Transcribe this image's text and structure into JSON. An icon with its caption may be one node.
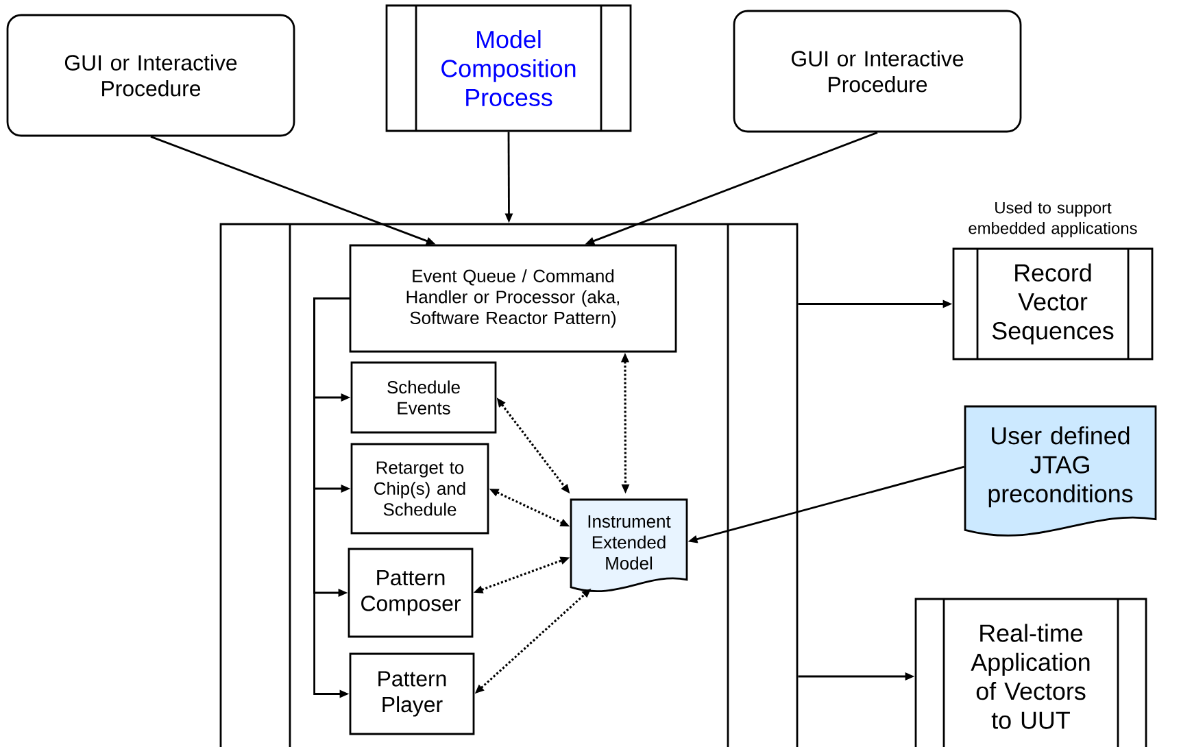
{
  "diagram": {
    "nodes": [
      {
        "text": [
          "GUI or Interactive Procedure"
        ]
      },
      {
        "text": [
          "Model Composition Process"
        ]
      },
      {
        "text": [
          "GUI or Interactive Procedure"
        ]
      },
      {
        "text": [],
        "shape": "box"
      },
      {
        "text": [
          "Event Queue / Command Handler or Processor (aka, Software Reactor Pattern)"
        ],
        "in": 3
      },
      {
        "text": [
          "Schedule Events"
        ],
        "in": 3
      },
      {
        "text": [
          "Retarget to Chip(s) and Schedule"
        ],
        "in": 3
      },
      {
        "text": [
          "Pattern Composer"
        ],
        "in": 3
      },
      {
        "text": [
          "Pattern Player"
        ],
        "in": 3
      },
      {
        "text": [
          "Instrument Extended Model"
        ],
        "in": 3
      },
      {
        "text": [
          "Record Vector Sequences"
        ],
        "beside": [
          "Used to support embedded applications"
        ]
      },
      {
        "text": [
          "User defined JTAG preconditions"
        ]
      },
      {
        "text": [
          "Real-time Application of Vectors to UUT"
        ]
      }
    ],
    "edges": [
      {
        "from": 0,
        "to": 4,
        "arrow": "to"
      },
      {
        "from": 1,
        "to": 3,
        "arrow": "to"
      },
      {
        "from": 2,
        "to": 4,
        "arrow": "to"
      },
      {
        "from": 3,
        "to": 10,
        "arrow": "to"
      },
      {
        "from": 3,
        "to": 12,
        "arrow": "to"
      },
      {
        "from": 4,
        "to": 5,
        "arrow": "to"
      },
      {
        "from": 4,
        "to": 6,
        "arrow": "to"
      },
      {
        "from": 4,
        "to": 7,
        "arrow": "to"
      },
      {
        "from": 4,
        "to": 8,
        "arrow": "to"
      },
      {
        "from": 4,
        "to": 9,
        "arrow": "both",
        "style": "dashed"
      },
      {
        "from": 5,
        "to": 9,
        "arrow": "both",
        "style": "dashed"
      },
      {
        "from": 6,
        "to": 9,
        "arrow": "both",
        "style": "dashed"
      },
      {
        "from": 7,
        "to": 9,
        "arrow": "both",
        "style": "dashed"
      },
      {
        "from": 8,
        "to": 9,
        "arrow": "both",
        "style": "dashed"
      },
      {
        "from": 11,
        "to": 9,
        "arrow": "to"
      }
    ]
  }
}
